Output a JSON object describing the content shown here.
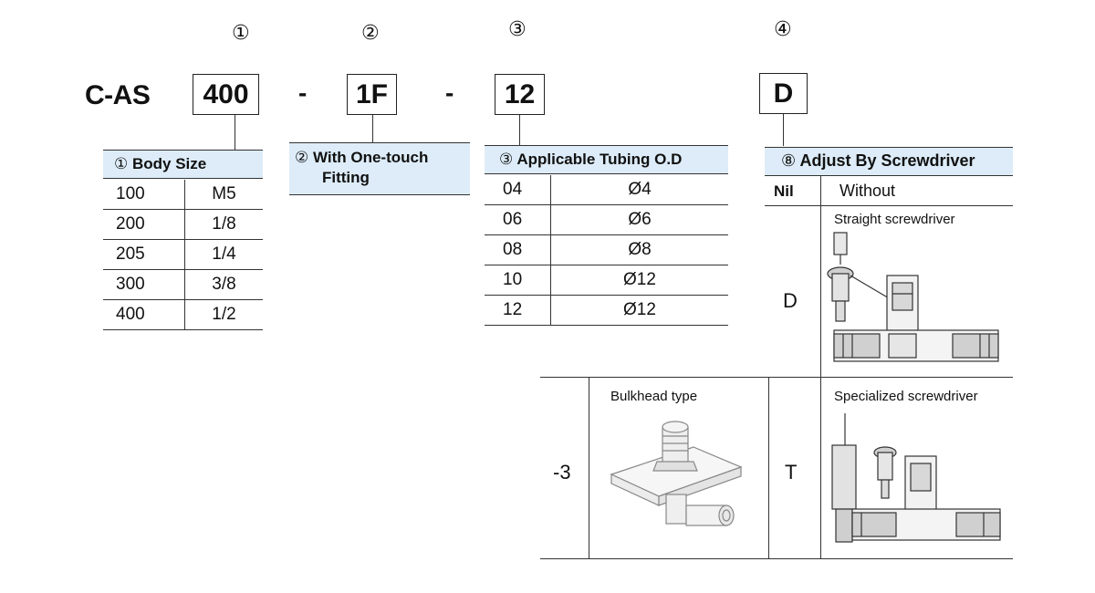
{
  "markers": [
    "①",
    "②",
    "③",
    "④"
  ],
  "model": {
    "prefix": "C-AS",
    "segments": [
      "400",
      "1F",
      "12",
      "D"
    ],
    "separator": "-"
  },
  "body_size": {
    "header_num": "①",
    "header": "Body Size",
    "rows": [
      [
        "100",
        "M5"
      ],
      [
        "200",
        "1/8"
      ],
      [
        "205",
        "1/4"
      ],
      [
        "300",
        "3/8"
      ],
      [
        "400",
        "1/2"
      ]
    ]
  },
  "fitting": {
    "header_num": "②",
    "header_line1": "With One-touch",
    "header_line2": "Fitting"
  },
  "tubing": {
    "header_num": "③",
    "header": "Applicable Tubing O.D",
    "rows": [
      [
        "04",
        "Ø4"
      ],
      [
        "06",
        "Ø6"
      ],
      [
        "08",
        "Ø8"
      ],
      [
        "10",
        "Ø12"
      ],
      [
        "12",
        "Ø12"
      ]
    ]
  },
  "bulkhead": {
    "code": "-3",
    "caption": "Bulkhead type"
  },
  "adjust": {
    "header_num": "⑧",
    "header": "Adjust By Screwdriver",
    "nil_code": "Nil",
    "nil_label": "Without",
    "d_code": "D",
    "d_caption": "Straight screwdriver",
    "t_code": "T",
    "t_caption": "Specialized screwdriver"
  }
}
